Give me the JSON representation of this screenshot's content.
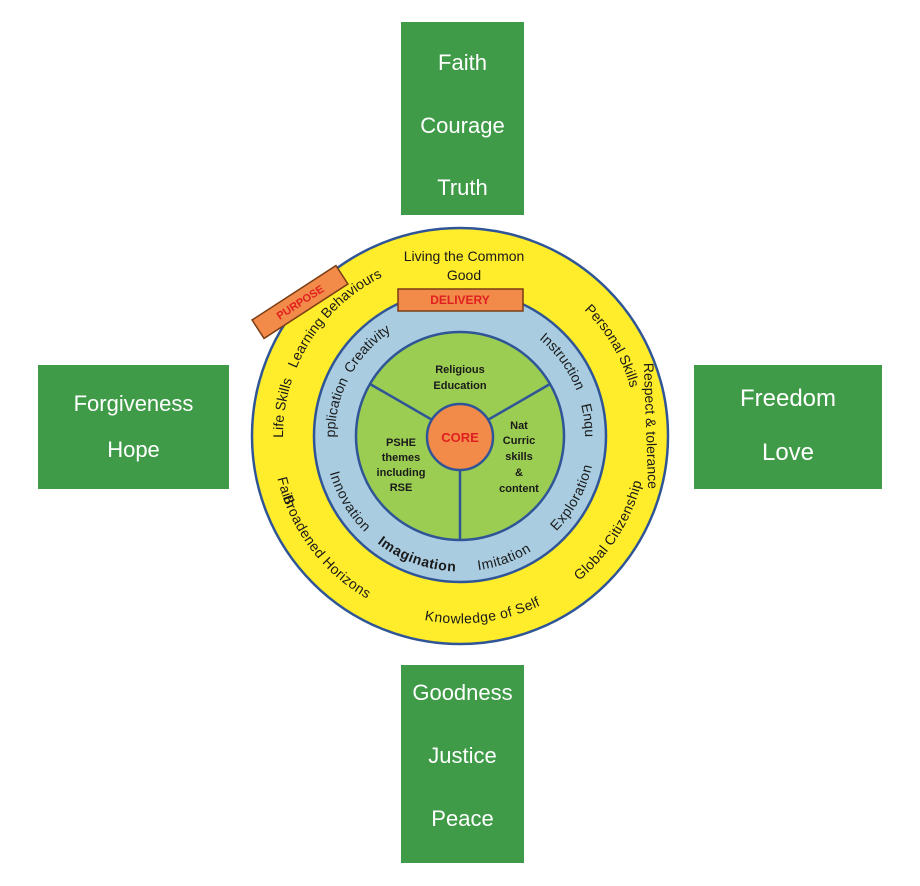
{
  "colors": {
    "box_green": "#3f9b48",
    "outer_ring": "#ffec2b",
    "middle_ring": "#a9cce0",
    "inner_disc": "#9bcd52",
    "core": "#f28a4a",
    "label_fill": "#f28a4a",
    "label_text": "#e02020"
  },
  "boxes": {
    "top": [
      "Faith",
      "Courage",
      "Truth"
    ],
    "left": [
      "Forgiveness",
      "Hope"
    ],
    "right": [
      "Freedom",
      "Love"
    ],
    "bottom": [
      "Goodness",
      "Justice",
      "Peace"
    ]
  },
  "outer_ring": {
    "top_line1": "Living the Common",
    "top_line2": "Good",
    "items": [
      "Personal Skills",
      "Respect & tolerance",
      "Global Citizenship",
      "Knowledge of Self",
      "Broadened Horizons",
      "Faith",
      "Life Skills",
      "Learning Behaviours"
    ]
  },
  "middle_ring": {
    "items": [
      "Instruction",
      "Enquiry",
      "Exploration",
      "Imitation",
      "Imagination",
      "Innovation",
      "Application",
      "Creativity"
    ]
  },
  "inner": {
    "core": "CORE",
    "religious": [
      "Religious",
      "Education"
    ],
    "natcurric": [
      "Nat",
      "Curric",
      "skills",
      "&",
      "content"
    ],
    "pshe": [
      "PSHE",
      "themes",
      "including",
      "RSE"
    ]
  },
  "labels": {
    "purpose": "PURPOSE",
    "delivery": "DELIVERY"
  }
}
